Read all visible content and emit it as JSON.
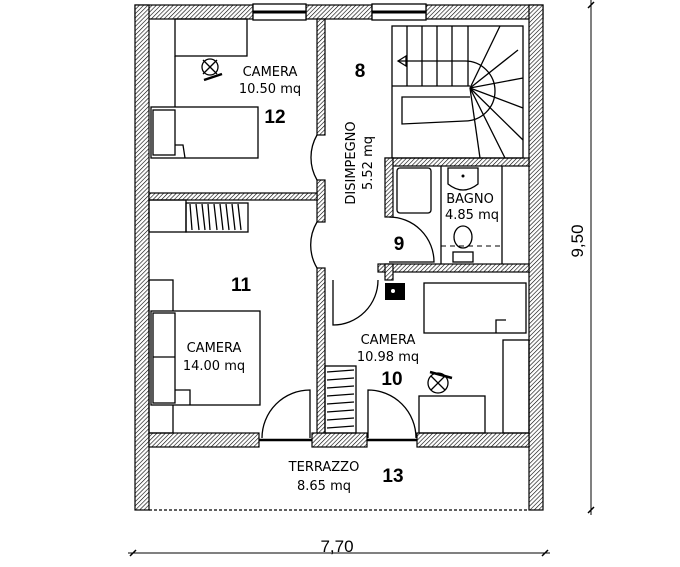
{
  "rooms": [
    {
      "id": "camera-12",
      "name": "CAMERA",
      "area": "10.50 mq",
      "number": "12"
    },
    {
      "id": "disimpegno-8",
      "name": "DISIMPEGNO",
      "area": "5.52 mq",
      "number": "8"
    },
    {
      "id": "bagno-9",
      "name": "BAGNO",
      "area": "4.85 mq",
      "number": "9"
    },
    {
      "id": "camera-11",
      "name": "CAMERA",
      "area": "14.00 mq",
      "number": "11"
    },
    {
      "id": "camera-10",
      "name": "CAMERA",
      "area": "10.98 mq",
      "number": "10"
    },
    {
      "id": "terrazzo-13",
      "name": "TERRAZZO",
      "area": "8.65 mq",
      "number": "13"
    }
  ],
  "dimensions": {
    "width": "7,70",
    "height": "9,50"
  }
}
